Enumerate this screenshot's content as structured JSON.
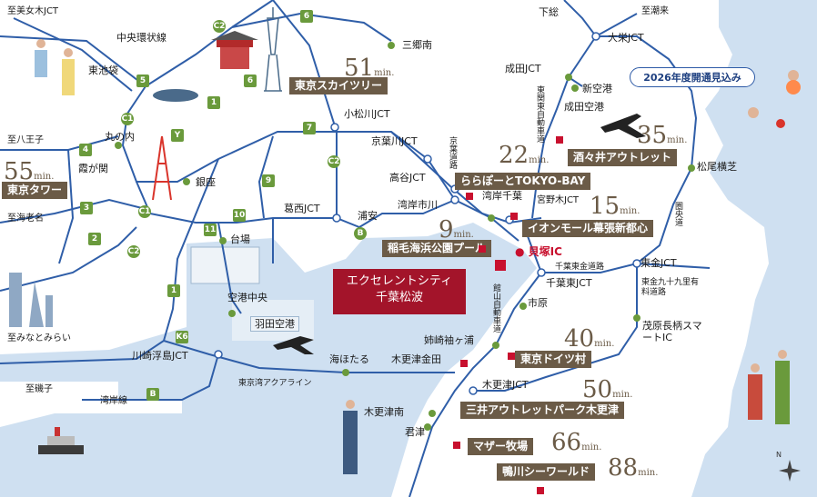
{
  "property_label": [
    "エクセレントシティ",
    "千葉松波"
  ],
  "kaizuka_ic": "貝塚IC",
  "opening_note": "2026年度開通見込み",
  "destinations": [
    {
      "name": "東京スカイツリー",
      "minutes": "51",
      "unit": "min."
    },
    {
      "name": "東京タワー",
      "minutes": "55",
      "unit": "min."
    },
    {
      "name": "ららぽーとTOKYO-BAY",
      "minutes": "22",
      "unit": "min."
    },
    {
      "name": "酒々井アウトレット",
      "minutes": "35",
      "unit": "min."
    },
    {
      "name": "イオンモール幕張新都心",
      "minutes": "15",
      "unit": "min."
    },
    {
      "name": "稲毛海浜公園プール",
      "minutes": "9",
      "unit": "min."
    },
    {
      "name": "東京ドイツ村",
      "minutes": "40",
      "unit": "min."
    },
    {
      "name": "三井アウトレットパーク木更津",
      "minutes": "50",
      "unit": "min."
    },
    {
      "name": "マザー牧場",
      "minutes": "66",
      "unit": "min."
    },
    {
      "name": "鴨川シーワールド",
      "minutes": "88",
      "unit": "min."
    }
  ],
  "places": {
    "bimyo_jct": "至美女木JCT",
    "chuo_kanjo": "中央環状線",
    "higashi_ikebukuro": "東池袋",
    "misato_minami": "三郷南",
    "shimofusa": "下総",
    "itako": "至潮来",
    "ohsakae_jct": "大栄JCT",
    "narita_jct": "成田JCT",
    "shin_kuko": "新空港",
    "narita_airport": "成田空港",
    "higashi_kanto": "東関東自動車道",
    "komatsugawa_jct": "小松川JCT",
    "keiyo_doro": "京葉道路",
    "keiyogawa_jct": "京葉川JCT",
    "hachioji": "至八王子",
    "marunouchi": "丸の内",
    "kasumigaseki": "霞が関",
    "ginza": "銀座",
    "takaya_jct": "高谷JCT",
    "kasai_jct": "葛西JCT",
    "urayasu": "浦安",
    "wangan_ichikawa": "湾岸市川",
    "wangan_chiba": "湾岸千葉",
    "miyanogi_jct": "宮野木JCT",
    "ebina": "至海老名",
    "daiba": "台場",
    "matsuo_yokoshiba": "松尾横芝",
    "ken_o_do": "圏央道",
    "chiba_togane": "千葉東金道路",
    "chiba_higashi_jct": "千葉東JCT",
    "togane_jct": "東金JCT",
    "togane_kujukuri": "東金九十九里有料道路",
    "ichihara": "市原",
    "tateyama_doro": "館山自動車道",
    "kuko_chuo": "空港中央",
    "haneda_airport": "羽田空港",
    "minatomirai": "至みなとみらい",
    "anesaki": "姉崎袖ヶ浦",
    "mobara": "茂原長柄スマートIC",
    "kawasaki_jct": "川崎浮島JCT",
    "umihotaru": "海ほたる",
    "kisarazu_kaneda": "木更津金田",
    "aqualine": "東京湾アクアライン",
    "kisarazu_jct": "木更津JCT",
    "isogo": "至磯子",
    "wangan_sen": "湾岸線",
    "kisarazu_minami": "木更津南",
    "kimitsu": "君津"
  },
  "route_shields": [
    "C2",
    "6",
    "6",
    "5",
    "1",
    "C1",
    "Y",
    "7",
    "C2",
    "4",
    "3",
    "C1",
    "11",
    "10",
    "9",
    "2",
    "C2",
    "1",
    "K6",
    "B",
    "B"
  ],
  "colors": {
    "route_green": "#6a9a3c",
    "dest_brown": "#6b5b47",
    "property_red": "#a3142a",
    "ic_red": "#c8102e",
    "sea_blue": "#cfe0f1",
    "bubble_blue": "#2d5aa6"
  }
}
